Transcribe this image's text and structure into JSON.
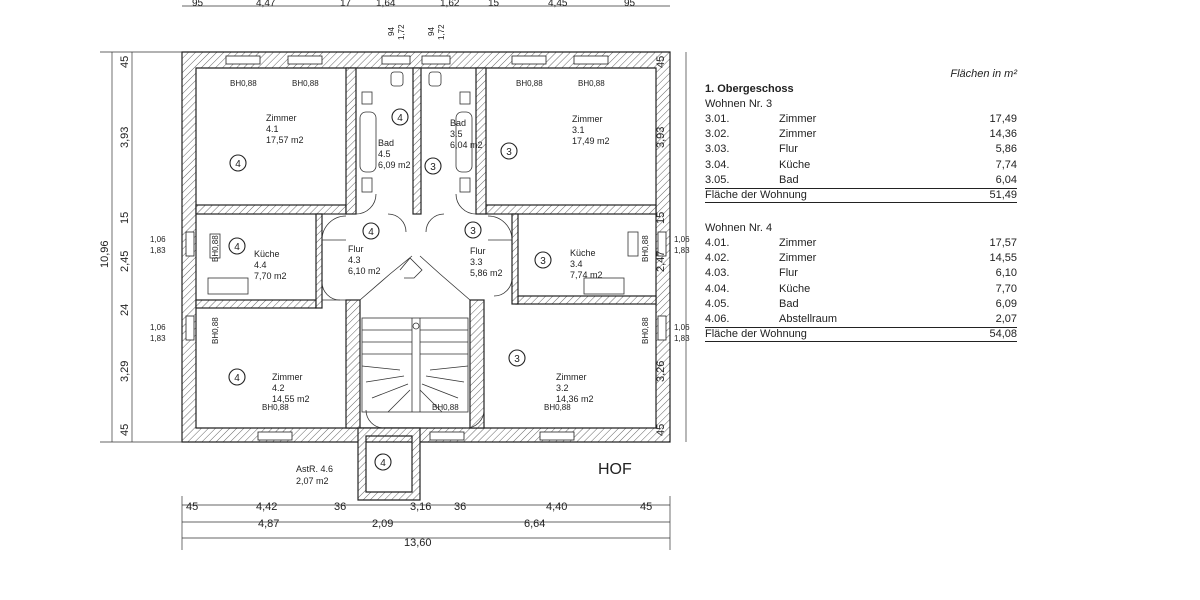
{
  "plan": {
    "top_dims": [
      "95",
      "4,47",
      "17",
      "1,64",
      "1,62",
      "15",
      "4,45",
      "95"
    ],
    "bottom_dims_row1": [
      "45",
      "4,42",
      "36",
      "3,16",
      "36",
      "4,40",
      "45"
    ],
    "bottom_dims_row2": [
      "4,87",
      "2,09",
      "6,64"
    ],
    "bottom_total": "13,60",
    "left_dims": [
      "45",
      "3,93",
      "15",
      "2,45",
      "24",
      "3,29",
      "45"
    ],
    "left_total": "10,96",
    "right_dims": [
      "45",
      "3,93",
      "15",
      "2,47",
      "3,26",
      "45"
    ],
    "window_label": "BH0,88",
    "win_small": [
      "1,06",
      "1,83"
    ],
    "win_bath": [
      "94",
      "1,72"
    ],
    "rooms": {
      "r41": {
        "name": "Zimmer",
        "num": "4.1",
        "area": "17,57 m2"
      },
      "r45": {
        "name": "Bad",
        "num": "4.5",
        "area": "6,09 m2"
      },
      "r35": {
        "name": "Bad",
        "num": "3.5",
        "area": "6,04 m2"
      },
      "r31": {
        "name": "Zimmer",
        "num": "3.1",
        "area": "17,49 m2"
      },
      "r44": {
        "name": "Küche",
        "num": "4.4",
        "area": "7,70 m2"
      },
      "r43": {
        "name": "Flur",
        "num": "4.3",
        "area": "6,10 m2"
      },
      "r33": {
        "name": "Flur",
        "num": "3.3",
        "area": "5,86 m2"
      },
      "r34": {
        "name": "Küche",
        "num": "3.4",
        "area": "7,74 m2"
      },
      "r42": {
        "name": "Zimmer",
        "num": "4.2",
        "area": "14,55 m2"
      },
      "r32": {
        "name": "Zimmer",
        "num": "3.2",
        "area": "14,36 m2"
      },
      "r46": {
        "name": "AstR. 4.6",
        "area": "2,07 m2"
      }
    },
    "unit_4": "4",
    "unit_3": "3",
    "hof": "HOF"
  },
  "areas": {
    "unit": "Flächen in m²",
    "floor": "1. Obergeschoss",
    "apartments": [
      {
        "title": "Wohnen Nr. 3",
        "rows": [
          {
            "no": "3.01.",
            "name": "Zimmer",
            "value": "17,49"
          },
          {
            "no": "3.02.",
            "name": "Zimmer",
            "value": "14,36"
          },
          {
            "no": "3.03.",
            "name": "Flur",
            "value": "5,86"
          },
          {
            "no": "3.04.",
            "name": "Küche",
            "value": "7,74"
          },
          {
            "no": "3.05.",
            "name": "Bad",
            "value": "6,04"
          }
        ],
        "total_label": "Fläche der Wohnung",
        "total": "51,49"
      },
      {
        "title": "Wohnen Nr. 4",
        "rows": [
          {
            "no": "4.01.",
            "name": "Zimmer",
            "value": "17,57"
          },
          {
            "no": "4.02.",
            "name": "Zimmer",
            "value": "14,55"
          },
          {
            "no": "4.03.",
            "name": "Flur",
            "value": "6,10"
          },
          {
            "no": "4.04.",
            "name": "Küche",
            "value": "7,70"
          },
          {
            "no": "4.05.",
            "name": "Bad",
            "value": "6,09"
          },
          {
            "no": "4.06.",
            "name": "Abstellraum",
            "value": "2,07"
          }
        ],
        "total_label": "Fläche der Wohnung",
        "total": "54,08"
      }
    ]
  }
}
